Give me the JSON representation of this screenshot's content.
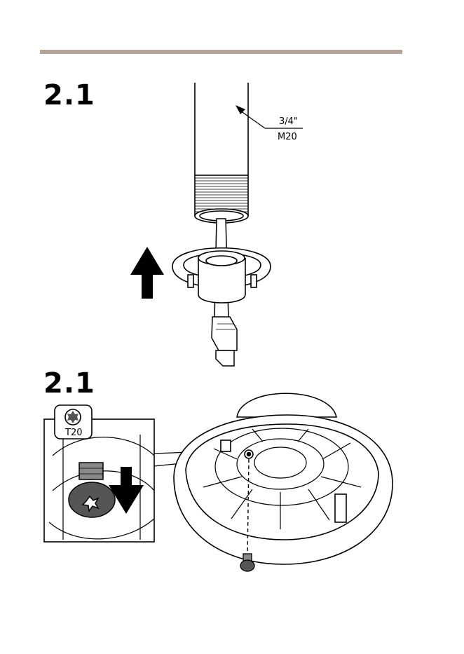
{
  "colors": {
    "rule": "#b5a39a",
    "outline": "#000000",
    "fill_dark": "#555555",
    "fill_mid": "#888888",
    "paper": "#ffffff"
  },
  "steps": [
    {
      "label": "2.1",
      "callout_top": "3/4\"",
      "callout_bottom": "M20"
    },
    {
      "label": "2.1",
      "tool": "T20"
    }
  ],
  "icons": [
    "arrow-up-icon",
    "arrow-down-icon",
    "torx-bit-icon"
  ]
}
